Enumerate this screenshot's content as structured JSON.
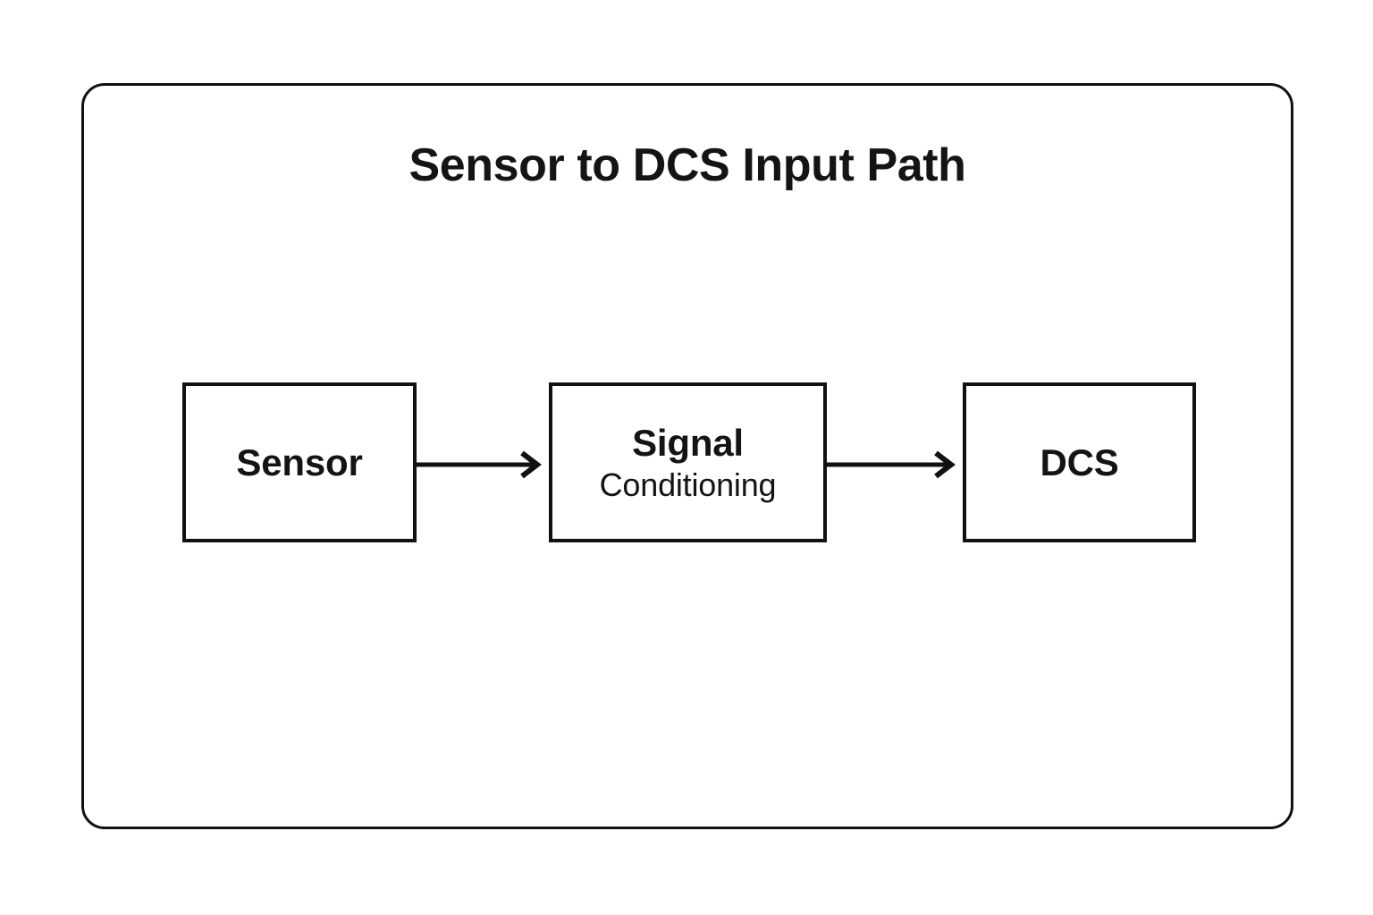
{
  "page": {
    "background_color": "#ffffff",
    "ink_color": "#111111"
  },
  "diagram": {
    "title": "Sensor to DCS Input Path",
    "frame": {
      "shape": "rounded-rectangle",
      "border_color": "#111111"
    },
    "nodes": [
      {
        "id": "sensor",
        "primary": "Sensor",
        "secondary": ""
      },
      {
        "id": "signal-conditioning",
        "primary": "Signal",
        "secondary": "Conditioning"
      },
      {
        "id": "dcs",
        "primary": "DCS",
        "secondary": ""
      }
    ],
    "connectors": [
      {
        "id": "connector-1",
        "from": "sensor",
        "to": "signal-conditioning",
        "arrow": "arrow-right-icon"
      },
      {
        "id": "connector-2",
        "from": "signal-conditioning",
        "to": "dcs",
        "arrow": "arrow-right-icon"
      }
    ]
  }
}
